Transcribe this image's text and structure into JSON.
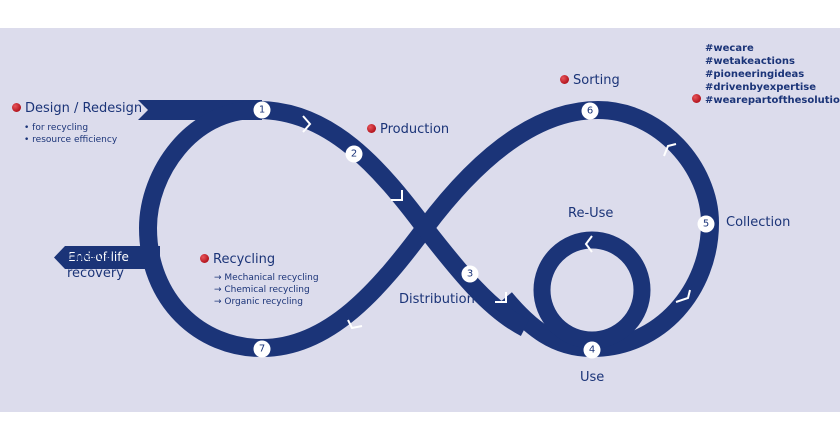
{
  "stages": {
    "design": {
      "label": "Design / Redesign",
      "bullets": [
        "• for recycling",
        "• resource efficiency"
      ]
    },
    "production": {
      "label": "Production"
    },
    "sorting": {
      "label": "Sorting"
    },
    "collection": {
      "label": "Collection"
    },
    "reuse": {
      "label": "Re-Use"
    },
    "use": {
      "label": "Use"
    },
    "distribution": {
      "label": "Distribution"
    },
    "recycling": {
      "label": "Recycling",
      "bullets": [
        "→ Mechanical recycling",
        "→ Chemical recycling",
        "→ Organic recycling"
      ]
    },
    "end_of_life": {
      "label": "End-of-life"
    },
    "energy_recovery": {
      "lines": [
        "Energy",
        "recovery"
      ]
    }
  },
  "step_numbers": [
    "1",
    "2",
    "3",
    "4",
    "5",
    "6",
    "7"
  ],
  "hashtags": [
    "#wecare",
    "#wetakeactions",
    "#pioneeringideas",
    "#drivenbyexpertise",
    "#wearepartofthesolution"
  ],
  "colors": {
    "navy": "#1b3478",
    "background": "#dcdcec",
    "marker_red": "#c0161f"
  }
}
